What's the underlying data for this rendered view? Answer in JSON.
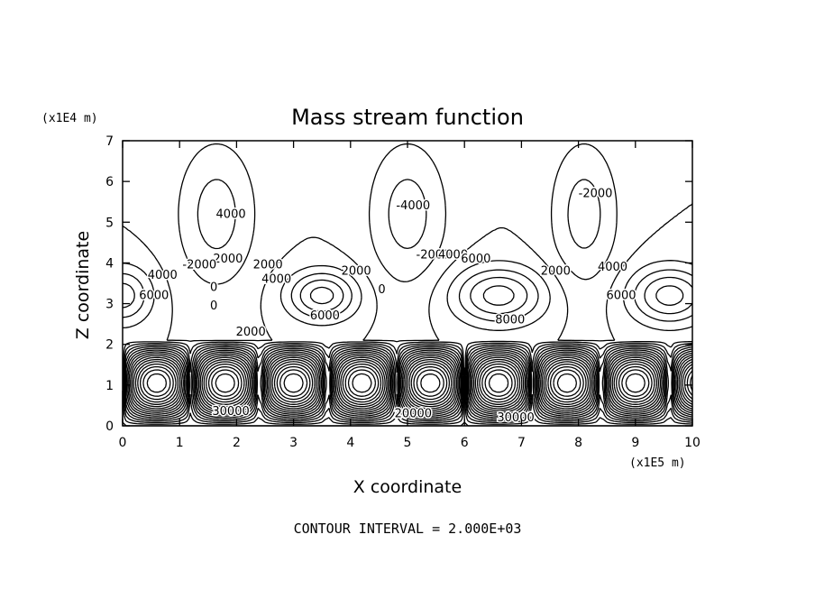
{
  "chart_data": {
    "type": "contour",
    "title": "Mass stream function",
    "xlabel": "X coordinate",
    "ylabel": "Z coordinate",
    "x_unit_label": "(x1E5 m)",
    "y_unit_label": "(x1E4 m)",
    "xlim": [
      0,
      10
    ],
    "ylim": [
      0,
      7
    ],
    "x_ticks": [
      "0",
      "1",
      "2",
      "3",
      "4",
      "5",
      "6",
      "7",
      "8",
      "9",
      "10"
    ],
    "y_ticks": [
      "0",
      "1",
      "2",
      "3",
      "4",
      "5",
      "6",
      "7"
    ],
    "footer": "CONTOUR INTERVAL = 2.000E+03",
    "contour_interval": 2000,
    "grid": false,
    "contour_labels": [
      {
        "text": "4000",
        "x": 1.9,
        "y": 5.2
      },
      {
        "text": "2000",
        "x": 1.85,
        "y": 4.1
      },
      {
        "text": "-2000",
        "x": 1.35,
        "y": 3.95
      },
      {
        "text": "4000",
        "x": 0.7,
        "y": 3.7
      },
      {
        "text": "6000",
        "x": 0.55,
        "y": 3.2
      },
      {
        "text": "0",
        "x": 1.6,
        "y": 3.4
      },
      {
        "text": "0",
        "x": 1.6,
        "y": 2.95
      },
      {
        "text": "2000",
        "x": 2.25,
        "y": 2.3
      },
      {
        "text": "2000",
        "x": 2.55,
        "y": 3.95
      },
      {
        "text": "4000",
        "x": 2.7,
        "y": 3.6
      },
      {
        "text": "6000",
        "x": 3.55,
        "y": 2.7
      },
      {
        "text": "2000",
        "x": 4.1,
        "y": 3.8
      },
      {
        "text": "0",
        "x": 4.55,
        "y": 3.35
      },
      {
        "text": "-4000",
        "x": 5.1,
        "y": 5.4
      },
      {
        "text": "-2000",
        "x": 5.45,
        "y": 4.2
      },
      {
        "text": "4000",
        "x": 5.8,
        "y": 4.2
      },
      {
        "text": "6000",
        "x": 6.2,
        "y": 4.1
      },
      {
        "text": "8000",
        "x": 6.8,
        "y": 2.6
      },
      {
        "text": "2000",
        "x": 7.6,
        "y": 3.8
      },
      {
        "text": "-2000",
        "x": 8.3,
        "y": 5.7
      },
      {
        "text": "4000",
        "x": 8.6,
        "y": 3.9
      },
      {
        "text": "6000",
        "x": 8.75,
        "y": 3.2
      },
      {
        "text": "30000",
        "x": 1.9,
        "y": 0.35
      },
      {
        "text": "20000",
        "x": 5.1,
        "y": 0.3
      },
      {
        "text": "30000",
        "x": 6.9,
        "y": 0.2
      }
    ]
  }
}
